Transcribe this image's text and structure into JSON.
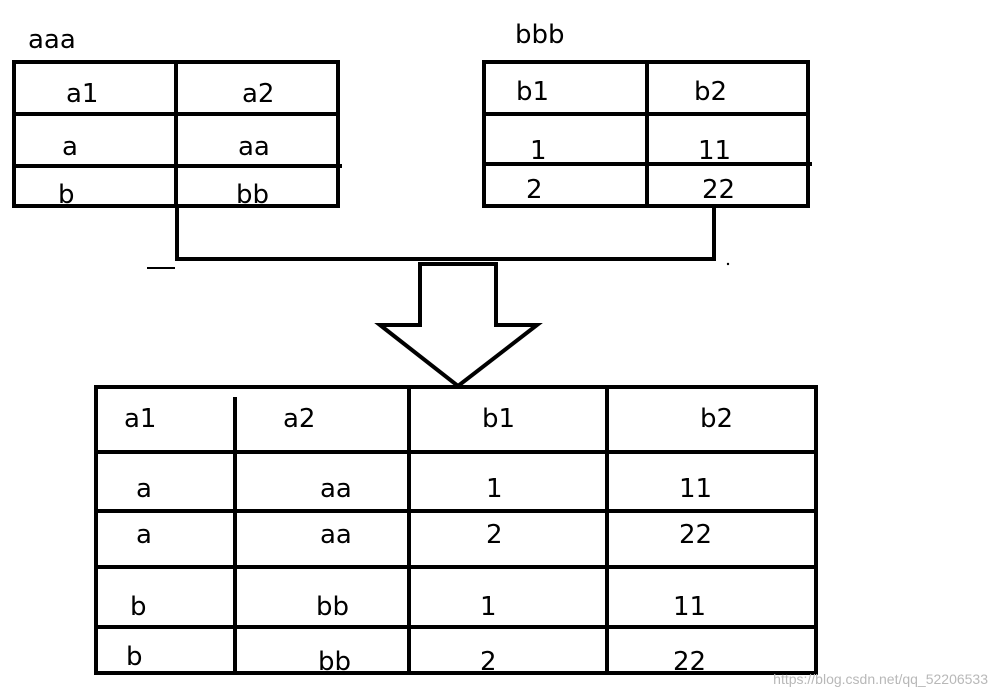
{
  "table_aaa": {
    "name": "aaa",
    "columns": [
      "a1",
      "a2"
    ],
    "rows": [
      [
        "a",
        "aa"
      ],
      [
        "b",
        "bb"
      ]
    ]
  },
  "table_bbb": {
    "name": "bbb",
    "columns": [
      "b1",
      "b2"
    ],
    "rows": [
      [
        "1",
        "11"
      ],
      [
        "2",
        "22"
      ]
    ]
  },
  "table_result": {
    "columns": [
      "a1",
      "a2",
      "b1",
      "b2"
    ],
    "rows": [
      [
        "a",
        "aa",
        "1",
        "11"
      ],
      [
        "a",
        "aa",
        "2",
        "22"
      ],
      [
        "b",
        "bb",
        "1",
        "11"
      ],
      [
        "b",
        "bb",
        "2",
        "22"
      ]
    ]
  },
  "watermark": "https://blog.csdn.net/qq_52206533",
  "colors": {
    "stroke": "#000000",
    "background": "#ffffff",
    "watermark": "#b8b8b8"
  }
}
